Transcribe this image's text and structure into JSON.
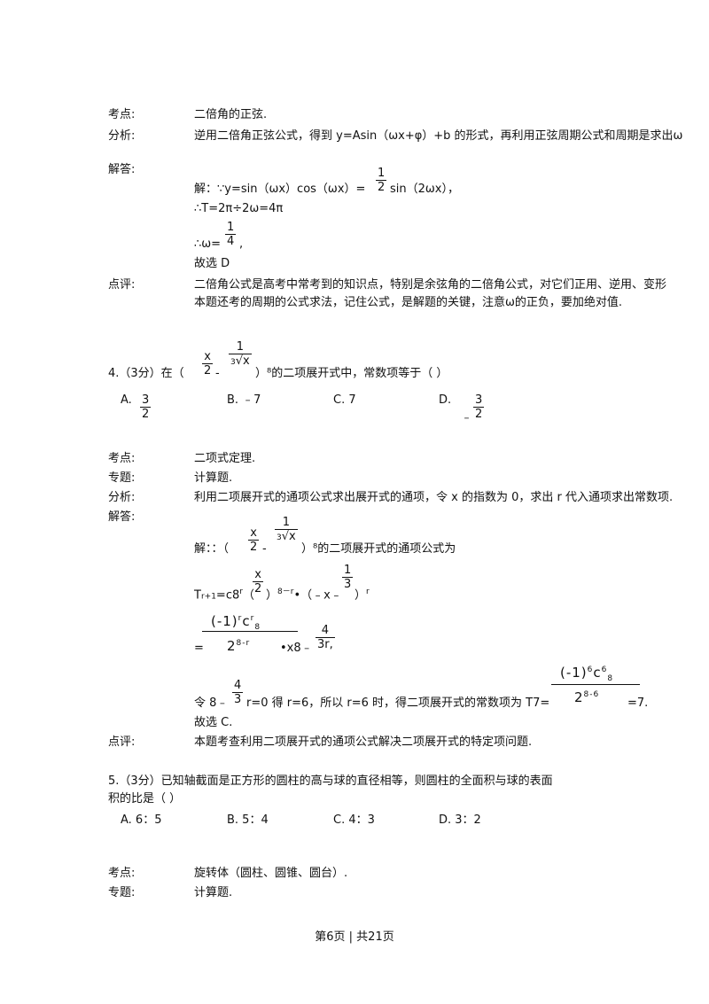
{
  "section3": {
    "kaodian_label": "考点:",
    "kaodian_text": "二倍角的正弦.",
    "fenxi_label": "分析:",
    "fenxi_text": "逆用二倍角正弦公式，得到 y=Asin（ωx+φ）+b 的形式，再利用正弦周期公式和周期是求出ω",
    "jieda_label": "解答:",
    "sol_line1_a": "解：∵y=sin（ωx）cos（ωx）=",
    "sol_line1_num": "1",
    "sol_line1_den": "2",
    "sol_line1_b": "sin（2ωx），",
    "sol_line2": "∴T=2π÷2ω=4π",
    "sol_line3_a": "∴ω=",
    "sol_line3_num": "1",
    "sol_line3_den": "4",
    "sol_line3_b": ",",
    "sol_line4": "故选 D",
    "dianping_label": "点评:",
    "dianping_line1": "二倍角公式是高考中常考到的知识点，特别是余弦角的二倍角公式，对它们正用、逆用、变形",
    "dianping_line2": "本题还考的周期的公式求法，记住公式，是解题的关键，注意ω的正负，要加绝对值."
  },
  "q4": {
    "prefix": "4.（3分）在（",
    "x": "x",
    "two": "2",
    "minus": "-",
    "one": "1",
    "cube_root_index": "3",
    "radicand": "x",
    "suffix": "）⁸的二项展开式中，常数项等于（     ）",
    "opt_a_label": "A.",
    "opt_a_num": "3",
    "opt_a_den": "2",
    "opt_b": "B. ﹣7",
    "opt_c": "C. 7",
    "opt_d_label": "D.",
    "opt_d_sign": "﹣",
    "opt_d_num": "3",
    "opt_d_den": "2"
  },
  "q4_analysis": {
    "kaodian_label": "考点:",
    "kaodian_text": "二项式定理.",
    "zhuanti_label": "专题:",
    "zhuanti_text": "计算题.",
    "fenxi_label": "分析:",
    "fenxi_text": "利用二项展开式的通项公式求出展开式的通项，令 x 的指数为 0，求出 r 代入通项求出常数项.",
    "jieda_label": "解答:",
    "s1_a": "解：：（",
    "s1_x": "x",
    "s1_two": "2",
    "s1_minus": "-",
    "s1_one": "1",
    "s1_idx": "3",
    "s1_rad": "x",
    "s1_b": "）⁸的二项展开式的通项公式为",
    "s2_a": "T",
    "s2_sub": "r+1",
    "s2_b": "=c8",
    "s2_sup": "r",
    "s2_c": "（",
    "s2_x": "x",
    "s2_two": "2",
    "s2_d": "）",
    "s2_sup2": "8－r",
    "s2_e": "•（﹣x﹣",
    "s2_one": "1",
    "s2_three": "3",
    "s2_f": "）",
    "s2_sup3": "r",
    "s3_num_a": "(-1)",
    "s3_num_r": "r",
    "s3_num_c": "c",
    "s3_num_cr": "r",
    "s3_num_c8": "8",
    "s3_den_2": "2",
    "s3_den_exp": "8-r",
    "s3_eq": "=",
    "s3_mid": "•x8﹣",
    "s3_four": "4",
    "s3_3r": "3r,",
    "s4_a": "令 8﹣",
    "s4_four": "4",
    "s4_3r": "3",
    "s4_b": "r=0 得 r=6，所以 r=6 时，得二项展开式的常数项为 T7=",
    "s4_num_a": "(-1)",
    "s4_num_6": "6",
    "s4_num_c": "c",
    "s4_num_c6": "6",
    "s4_num_c8": "8",
    "s4_den_2": "2",
    "s4_den_exp": "8-6",
    "s4_c": "=7.",
    "s5": "故选 C.",
    "dianping_label": "点评:",
    "dianping_text": "本题考查利用二项展开式的通项公式解决二项展开式的特定项问题."
  },
  "q5": {
    "line1": "5.（3分）已知轴截面是正方形的圆柱的高与球的直径相等，则圆柱的全面积与球的表面",
    "line2": "积的比是（     ）",
    "opt_a": "A. 6：5",
    "opt_b": "B. 5：4",
    "opt_c": "C. 4：3",
    "opt_d": "D. 3：2",
    "kaodian_label": "考点:",
    "kaodian_text": "旋转体（圆柱、圆锥、圆台）.",
    "zhuanti_label": "专题:",
    "zhuanti_text": "计算题."
  },
  "footer": {
    "text": "第6页  |  共21页"
  }
}
